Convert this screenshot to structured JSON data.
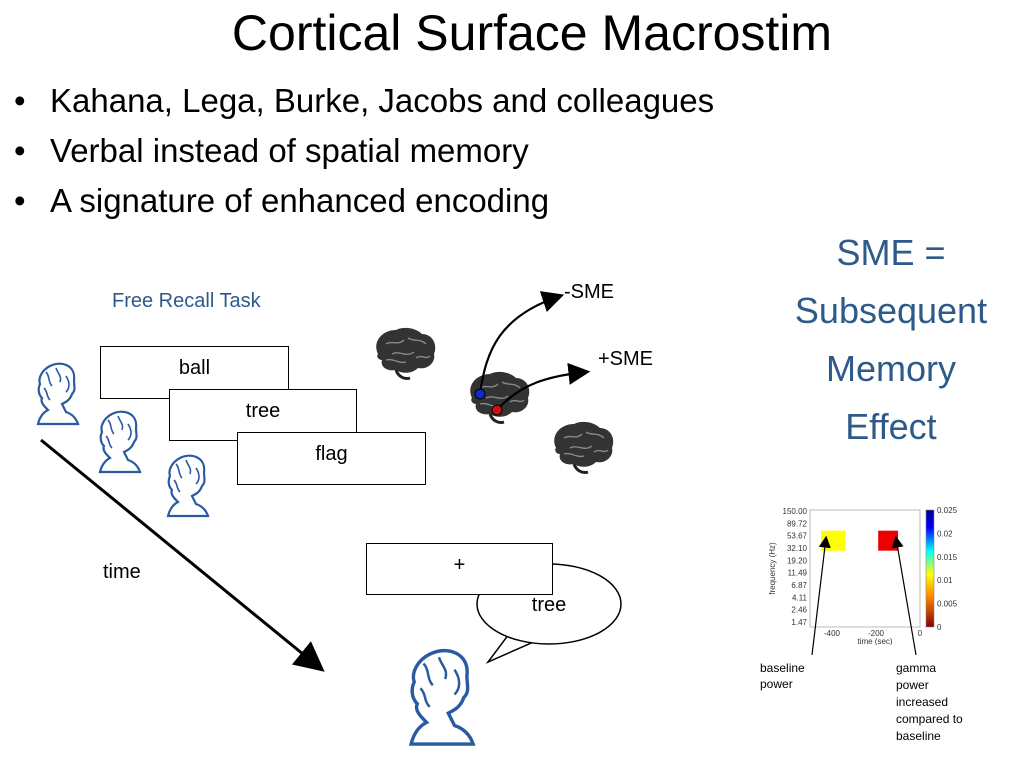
{
  "slide": {
    "title": "Cortical Surface Macrostim",
    "bullet_glyph": "•",
    "bullets": [
      "Kahana, Lega, Burke, Jacobs and colleagues",
      "Verbal instead of spatial memory",
      "A signature of enhanced encoding"
    ]
  },
  "diagram": {
    "task_label": "Free Recall Task",
    "word_cards": [
      "ball",
      "tree",
      "flag"
    ],
    "fixation": "+",
    "recall_word": "tree",
    "time_label": "time",
    "sme_minus": "-SME",
    "sme_plus": "+SME",
    "electrode_colors": {
      "minus": "#1428c8",
      "plus": "#d01010"
    }
  },
  "sme_definition": [
    "SME =",
    "Subsequent",
    "Memory",
    "Effect"
  ],
  "chart_data": {
    "type": "heatmap",
    "ylabel": "frequency (Hz)",
    "xlabel": "time (sec)",
    "y_ticks": [
      "150.00",
      "89.72",
      "53.67",
      "32.10",
      "19.20",
      "11.49",
      "6.87",
      "4.11",
      "2.46",
      "1.47"
    ],
    "x_ticks": [
      "-400",
      "-200",
      "0"
    ],
    "colorbar_ticks": [
      "0.025",
      "0.02",
      "0.015",
      "0.01",
      "0.005",
      "0"
    ],
    "colorbar_range": [
      0,
      0.025
    ],
    "blocks": [
      {
        "name": "baseline",
        "time_range": [
          -450,
          -340
        ],
        "color": "#ffff00"
      },
      {
        "name": "gamma",
        "time_range": [
          -190,
          -100
        ],
        "color": "#ee0000"
      }
    ]
  },
  "annotations": {
    "baseline": [
      "baseline",
      "power"
    ],
    "gamma": [
      "gamma",
      "power",
      "increased",
      "compared to",
      "baseline"
    ]
  }
}
